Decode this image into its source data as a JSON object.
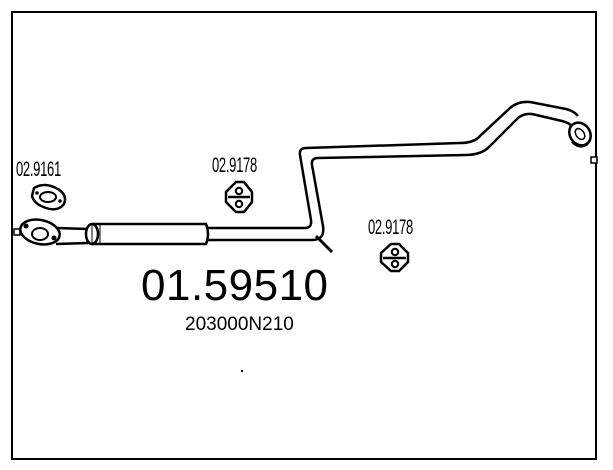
{
  "diagram": {
    "main_part_number": "01.59510",
    "oe_number": "203000N210",
    "parts": [
      {
        "label": "02.9161",
        "icon": "exhaust-gasket-icon"
      },
      {
        "label": "02.9178",
        "icon": "rubber-hanger-icon"
      },
      {
        "label": "02.9178",
        "icon": "rubber-hanger-icon"
      }
    ],
    "colors": {
      "line": "#000000",
      "background": "#ffffff"
    }
  }
}
